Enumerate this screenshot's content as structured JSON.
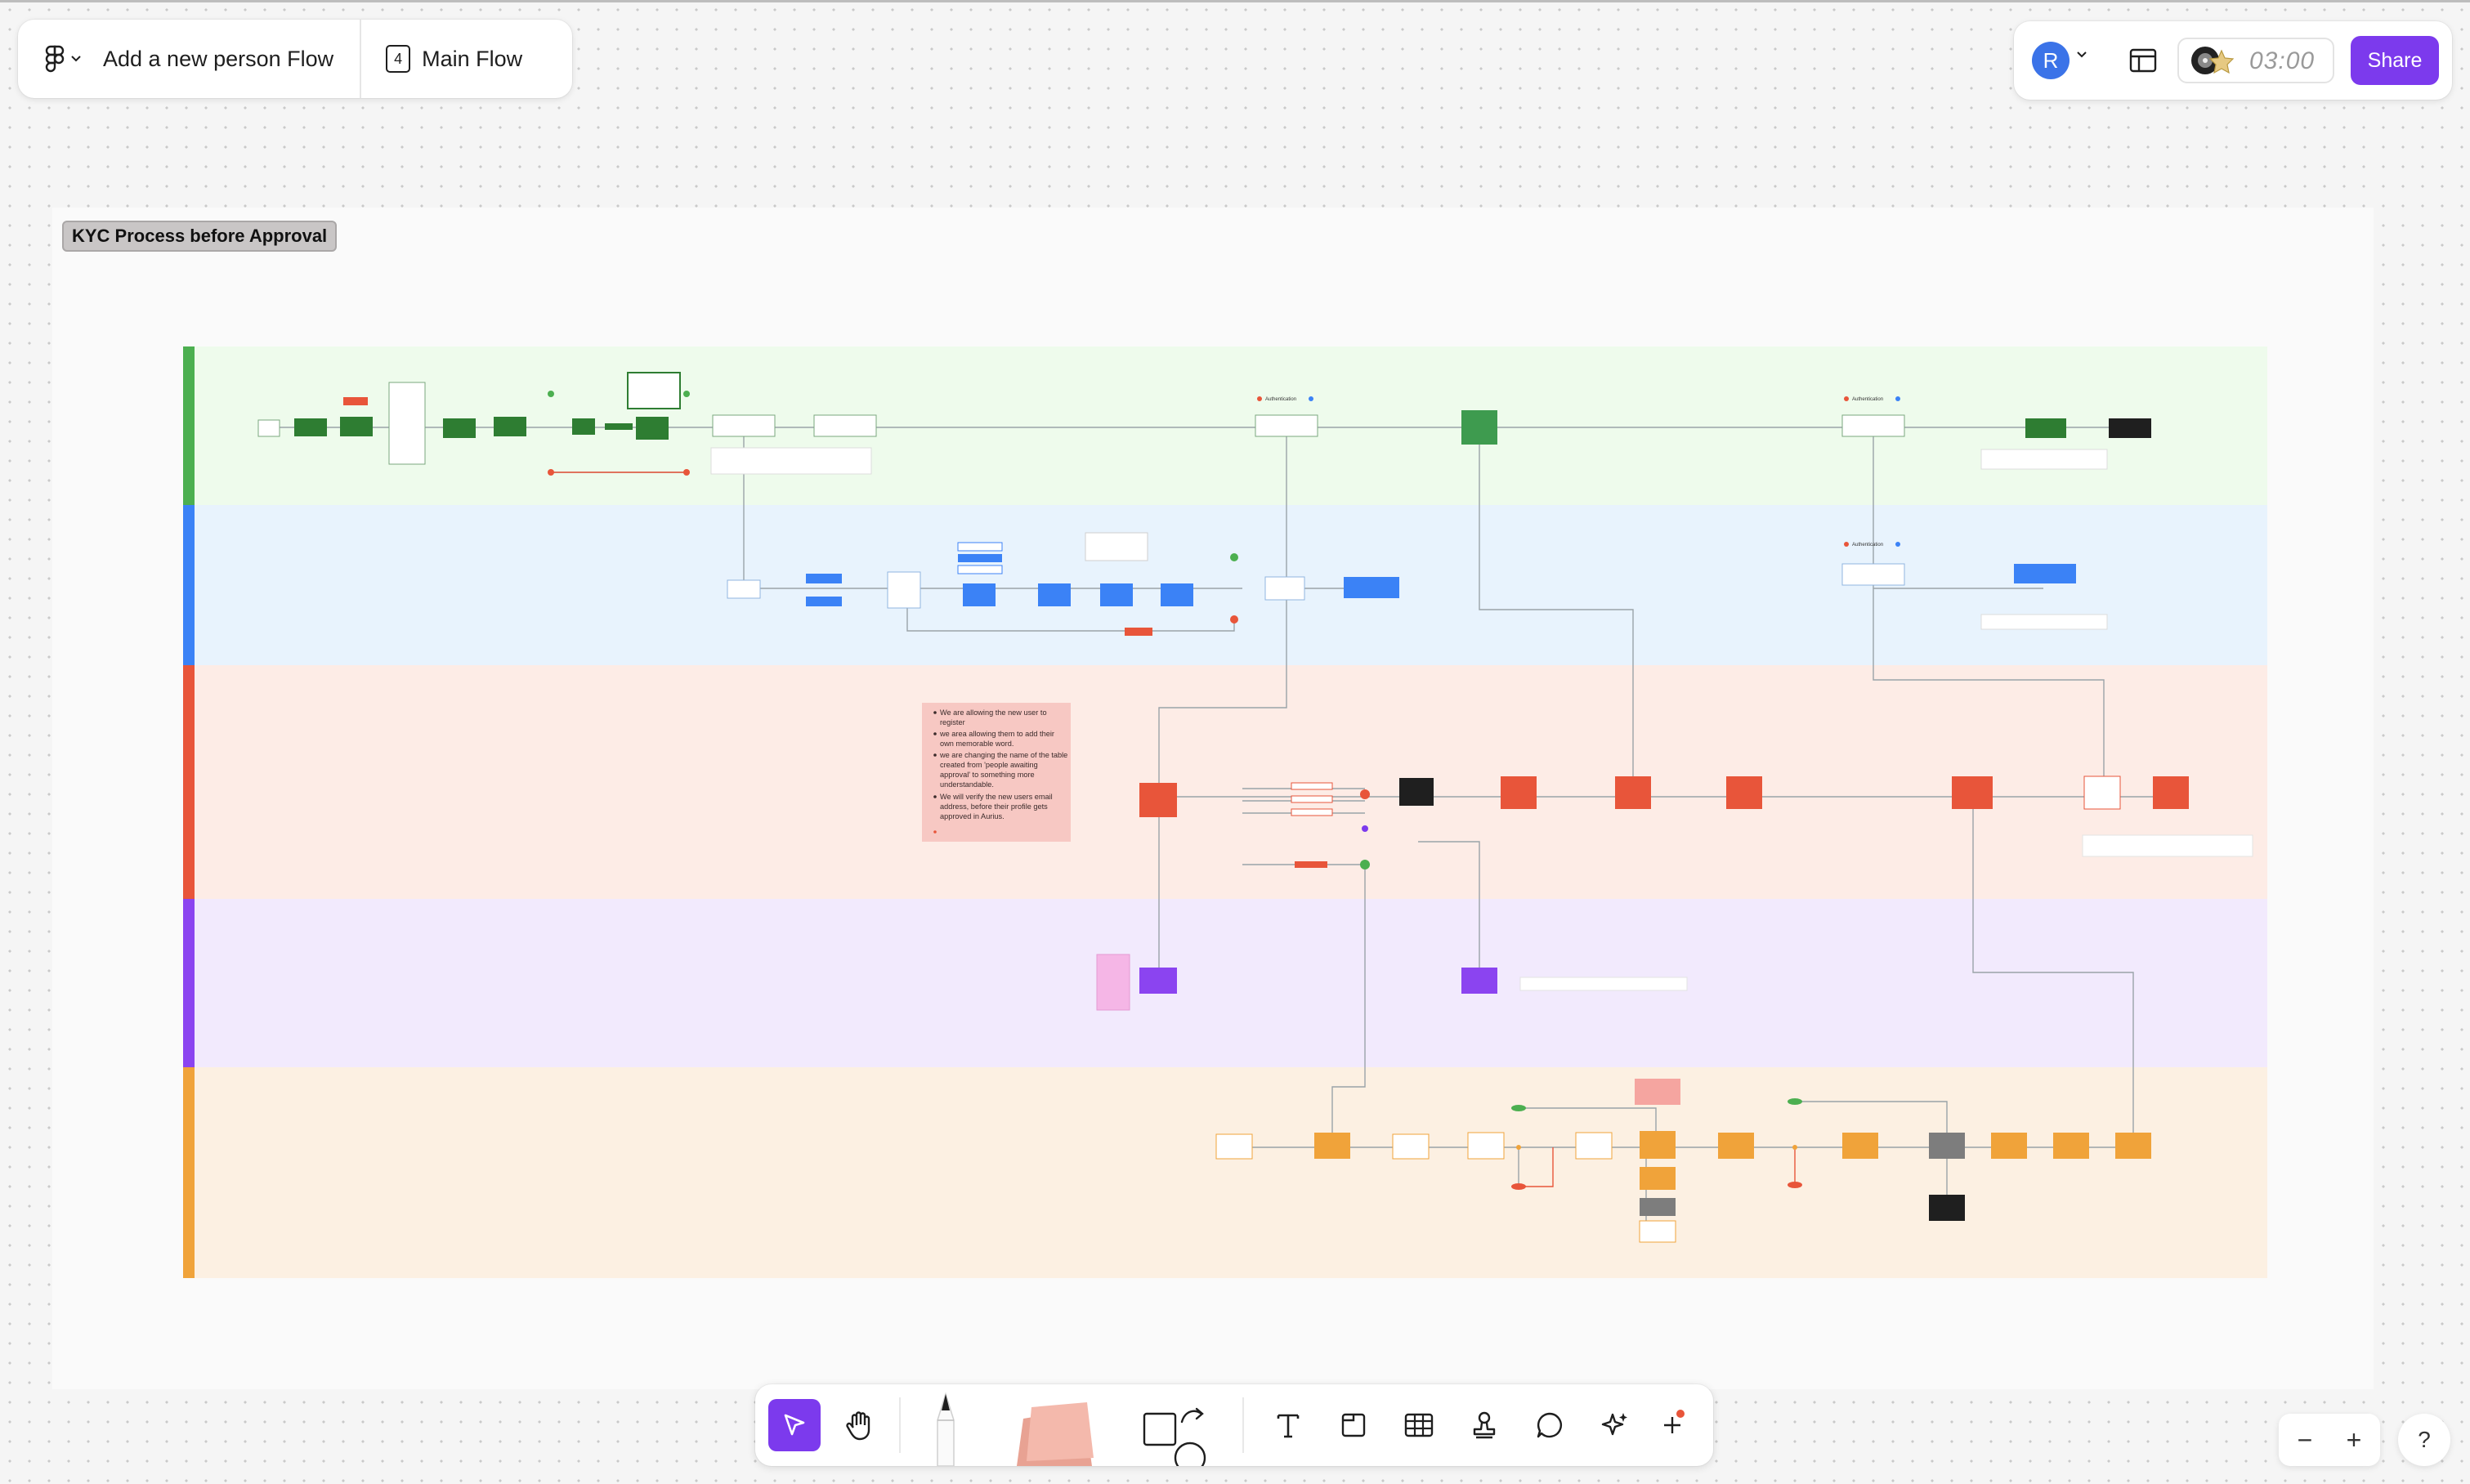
{
  "app": {
    "file_name": "Add a new person Flow",
    "page_number": "4",
    "page_name": "Main Flow"
  },
  "header": {
    "avatar_letter": "R",
    "timer": "03:00",
    "share_label": "Share"
  },
  "section": {
    "label": "KYC Process before Approval"
  },
  "colors": {
    "accent": "#7c3aed",
    "lane_green": "#4caf50",
    "lane_blue": "#3b82f6",
    "lane_red": "#e8553a",
    "lane_purple": "#8b44f0",
    "lane_orange": "#f0a33a"
  },
  "sticky_note": {
    "bullets": [
      "We are allowing the new user to register",
      "we area allowing them to add their own memorable word.",
      "we are changing the name of the table created from 'people awaiting approval' to something more understandable.",
      "We will verify the new users email address, before their profile gets approved in Aurius."
    ]
  },
  "diagram_labels": {
    "authentication": "Authentication"
  },
  "bottom_toolbar": {
    "tools": [
      "select-tool",
      "hand-tool",
      "pen-tool",
      "sticky-tool",
      "shape-tool",
      "connector-tool",
      "text-tool",
      "frame-tool",
      "table-tool",
      "stamp-tool",
      "comment-tool",
      "ai-tool",
      "more-tool"
    ]
  },
  "zoom": {
    "out": "−",
    "in": "+"
  },
  "help": {
    "label": "?"
  }
}
